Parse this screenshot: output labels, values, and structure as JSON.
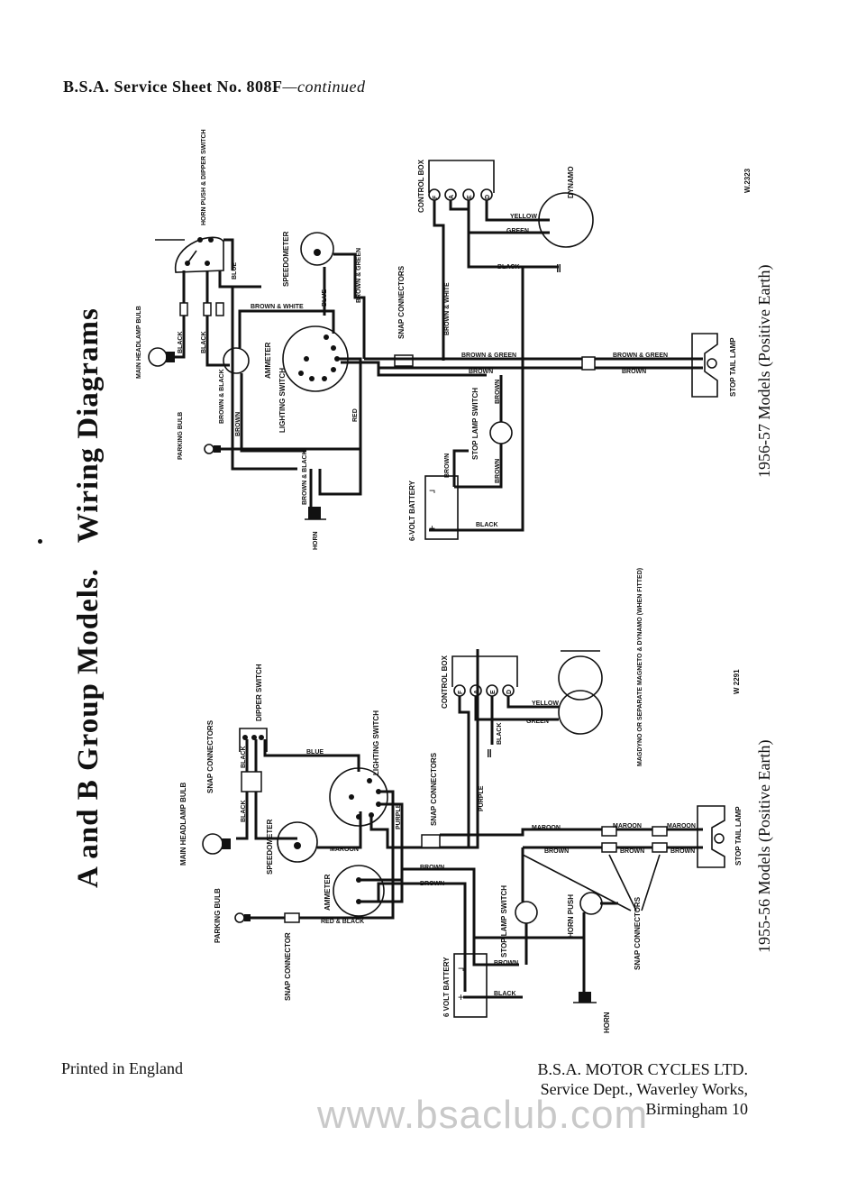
{
  "header": {
    "title": "B.S.A. Service Sheet No. 808F",
    "cont": "—continued"
  },
  "main_title": {
    "part1": "A and B Group Models.",
    "part2": "Wiring Diagrams"
  },
  "diagram_top": {
    "caption": "1956-57 Models (Positive Earth)",
    "ref": "W.2323",
    "labels": {
      "horn_push_dipper": "HORN PUSH & DIPPER SWITCH",
      "main_headlamp": "MAIN HEADLAMP BULB",
      "parking_bulb": "PARKING BULB",
      "horn": "HORN",
      "speedometer": "SPEEDOMETER",
      "ammeter": "AMMETER",
      "lighting_switch": "LIGHTING SWITCH",
      "snap_connectors": "SNAP CONNECTORS",
      "control_box": "CONTROL BOX",
      "dynamo": "DYNAMO",
      "stop_lamp_switch": "STOP LAMP SWITCH",
      "battery": "6-VOLT BATTERY",
      "stop_tail_lamp": "STOP TAIL LAMP"
    },
    "wires": {
      "black": "BLACK",
      "blue": "BLUE",
      "brown_white": "BROWN & WHITE",
      "brown_black": "BROWN & BLACK",
      "brown": "BROWN",
      "red": "RED",
      "brown_green": "BROWN & GREEN",
      "yellow": "YELLOW",
      "green": "GREEN"
    },
    "terminals": [
      "F",
      "A",
      "E",
      "D"
    ]
  },
  "diagram_bottom": {
    "caption": "1955-56 Models (Positive Earth)",
    "ref": "W 2291",
    "labels": {
      "dipper_switch": "DIPPER SWITCH",
      "snap_connectors_1": "SNAP CONNECTORS",
      "main_headlamp": "MAIN HEADLAMP BULB",
      "speedometer": "SPEEDOMETER",
      "ammeter": "AMMETER",
      "parking_bulb": "PARKING BULB",
      "snap_connector": "SNAP CONNECTOR",
      "lighting_switch": "LIGHTING SWITCH",
      "snap_connectors_2": "SNAP CONNECTORS",
      "control_box": "CONTROL BOX",
      "magdyno": "MAGDYNO OR SEPARATE MAGNETO & DYNAMO (WHEN FITTED)",
      "stop_lamp_switch": "STOP LAMP SWITCH",
      "horn_push": "HORN PUSH",
      "snap_connectors_3": "SNAP CONNECTORS",
      "battery": "6 VOLT BATTERY",
      "horn": "HORN",
      "stop_tail_lamp": "STOP TAIL LAMP"
    },
    "wires": {
      "black": "BLACK",
      "blue": "BLUE",
      "maroon": "MAROON",
      "red_black": "RED & BLACK",
      "purple": "PURPLE",
      "brown": "BROWN",
      "yellow": "YELLOW",
      "green": "GREEN"
    },
    "terminals": [
      "F",
      "A",
      "E",
      "D"
    ]
  },
  "footer": {
    "left": "Printed in England",
    "right1": "B.S.A. MOTOR CYCLES LTD.",
    "right2": "Service Dept., Waverley Works,",
    "right3": "Birmingham 10"
  },
  "watermark": "www.bsaclub.com"
}
